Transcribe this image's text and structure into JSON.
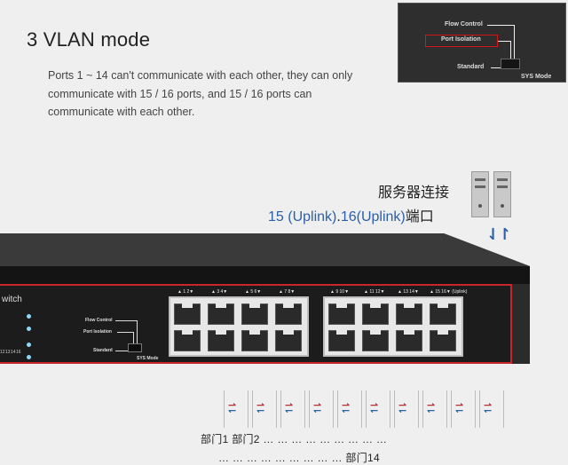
{
  "heading": "3 VLAN mode",
  "description": "Ports 1 ~ 14 can't communicate with each other, they can only communicate with 15 / 16 ports, and 15 / 16 ports can communicate with each other.",
  "inset": {
    "flow_control": "Flow Control",
    "port_isolation": "Port Isolation",
    "standard": "Standard",
    "sys_mode": "SYS Mode"
  },
  "server_label": "服务器连接",
  "uplink": {
    "p15": "15 (Uplink)",
    "sep": ".",
    "p16": "16(Uplink)",
    "suffix": "端口"
  },
  "switch": {
    "brand": "witch",
    "led_labels": [
      "12",
      "13",
      "14",
      "16"
    ],
    "flow_control": "Flow Control",
    "port_isolation": "Port Isolation",
    "standard": "Standard",
    "sys_mode": "SYS Mode",
    "port_numbers_left": [
      "▲ 1  2▼",
      "▲ 3  4▼",
      "▲ 5  6▼",
      "▲ 7  8▼"
    ],
    "port_numbers_right": [
      "▲ 9  10▼",
      "▲ 11 12▼",
      "▲ 13 14▼",
      "▲ 15 16▼ (Uplink)"
    ]
  },
  "departments": {
    "row1": "部门1 部门2 …  …  …  …  …  …  …  …  …",
    "row2": "…  …  …  …  …  …  …  …  …  部门14"
  },
  "colors": {
    "accent_red": "#c7262a",
    "uplink_blue": "#2b5fa8"
  }
}
